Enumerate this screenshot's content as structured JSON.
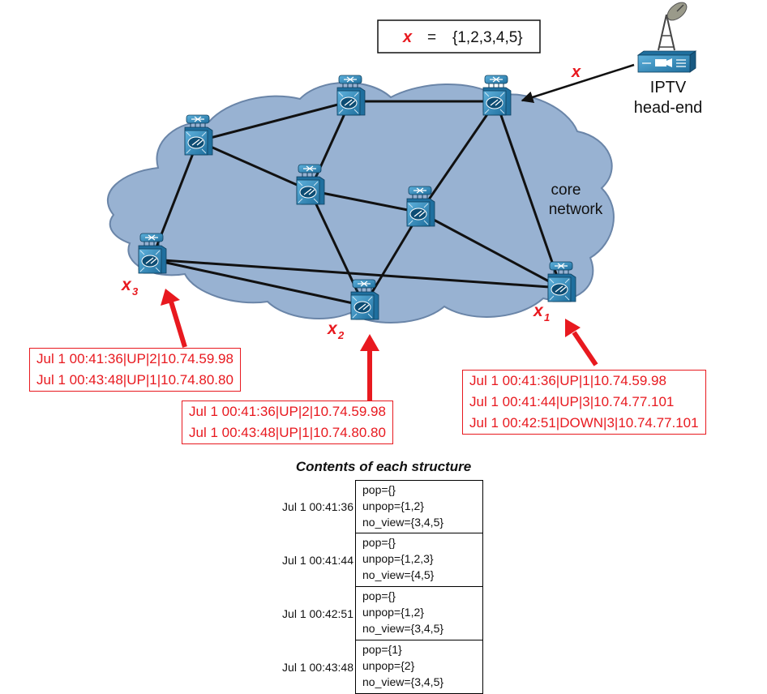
{
  "set_box": {
    "var": "x",
    "equals": "=",
    "set": "{1,2,3,4,5}"
  },
  "stream_label": "x",
  "headend": {
    "line1": "IPTV",
    "line2": "head-end"
  },
  "cloud_label": {
    "line1": "core",
    "line2": "network"
  },
  "node_labels": {
    "x1": {
      "base": "x",
      "sub": "1"
    },
    "x2": {
      "base": "x",
      "sub": "2"
    },
    "x3": {
      "base": "x",
      "sub": "3"
    }
  },
  "logs": {
    "x3": [
      "Jul 1 00:41:36|UP|2|10.74.59.98",
      "Jul 1 00:43:48|UP|1|10.74.80.80"
    ],
    "x2": [
      "Jul 1 00:41:36|UP|2|10.74.59.98",
      "Jul 1 00:43:48|UP|1|10.74.80.80"
    ],
    "x1": [
      "Jul 1 00:41:36|UP|1|10.74.59.98",
      "Jul 1 00:41:44|UP|3|10.74.77.101",
      "Jul 1 00:42:51|DOWN|3|10.74.77.101"
    ]
  },
  "table": {
    "caption": "Contents of each structure",
    "rows": [
      {
        "time": "Jul 1 00:41:36",
        "pop": "pop={}",
        "unpop": "unpop={1,2}",
        "no_view": "no_view={3,4,5}"
      },
      {
        "time": "Jul 1 00:41:44",
        "pop": "pop={}",
        "unpop": "unpop={1,2,3}",
        "no_view": "no_view={4,5}"
      },
      {
        "time": "Jul 1 00:42:51",
        "pop": "pop={}",
        "unpop": "unpop={1,2}",
        "no_view": "no_view={3,4,5}"
      },
      {
        "time": "Jul 1 00:43:48",
        "pop": "pop={1}",
        "unpop": "unpop={2}",
        "no_view": "no_view={3,4,5}"
      }
    ]
  },
  "colors": {
    "accent": "#e8191f",
    "cloud_fill": "#98b2d2",
    "cloud_stroke": "#6a85a8",
    "router": "#2f87b8",
    "link": "#111111"
  }
}
